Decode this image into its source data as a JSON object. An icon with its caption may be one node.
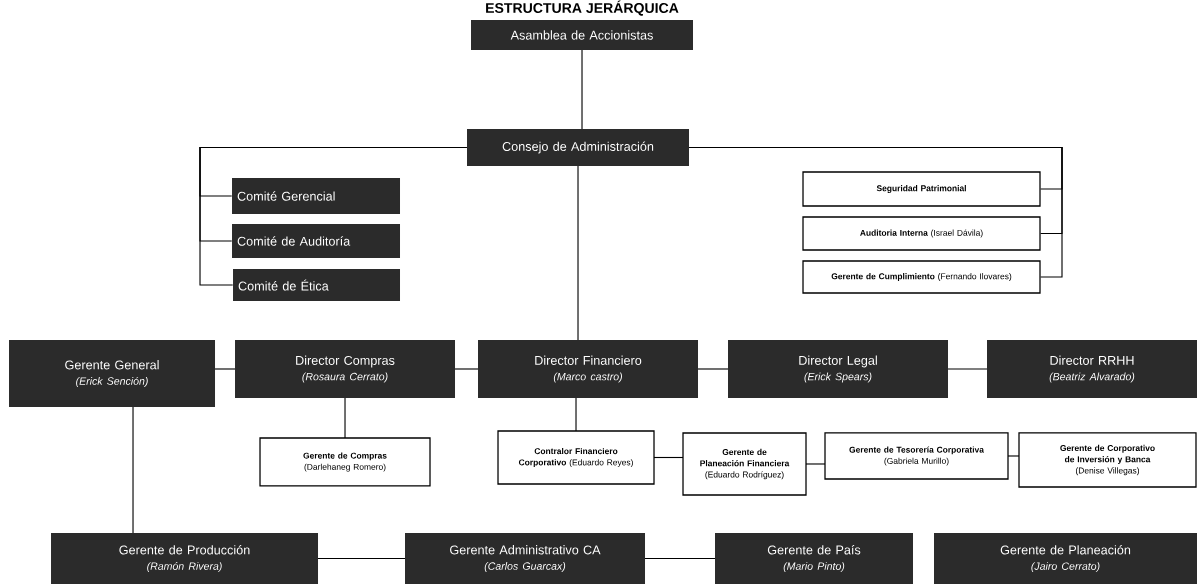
{
  "diagram": {
    "title": "ESTRUCTURA JERÁRQUICA",
    "nodes": [
      {
        "text": [
          "Asamblea de Accionistas"
        ]
      },
      {
        "text": [
          "Consejo de Administración"
        ]
      },
      {
        "text": [
          "Comité Gerencial"
        ]
      },
      {
        "text": [
          "Comité de Auditoría"
        ]
      },
      {
        "text": [
          "Comité de Ética"
        ]
      },
      {
        "text": [
          "Seguridad Patrimonial"
        ]
      },
      {
        "text": [
          "Auditoria Interna",
          "(Israel Dávila)"
        ]
      },
      {
        "text": [
          "Gerente de Cumplimiento",
          "(Fernando Ilovares)"
        ]
      },
      {
        "text": [
          "Gerente General",
          "(Erick Sención)"
        ]
      },
      {
        "text": [
          "Director Compras",
          "(Rosaura Cerrato)"
        ]
      },
      {
        "text": [
          "Director Financiero",
          "(Marco castro)"
        ]
      },
      {
        "text": [
          "Director Legal",
          "(Erick Spears)"
        ]
      },
      {
        "text": [
          "Director RRHH",
          "(Beatriz Alvarado)"
        ]
      },
      {
        "text": [
          "Gerente de Compras",
          "(Darlehaneg Romero)"
        ]
      },
      {
        "text": [
          "Contralor Financiero Corporativo",
          "(Eduardo Reyes)"
        ]
      },
      {
        "text": [
          "Gerente de Planeación Financiera",
          "(Eduardo Rodríguez)"
        ]
      },
      {
        "text": [
          "Gerente de Tesorería Corporativa",
          "(Gabriela Murillo)"
        ]
      },
      {
        "text": [
          "Gerente de Corporativo de Inversión y Banca",
          "(Denise Villegas)"
        ]
      },
      {
        "text": [
          "Gerente de Producción",
          "(Ramón Rivera)"
        ]
      },
      {
        "text": [
          "Gerente Administrativo CA",
          "(Carlos Guarcax)"
        ]
      },
      {
        "text": [
          "Gerente de País",
          "(Mario Pinto)"
        ]
      },
      {
        "text": [
          "Gerente de Planeación",
          "(Jairo Cerrato)"
        ]
      }
    ],
    "edges": [
      {
        "from": 0,
        "to": 1,
        "arrow": "none"
      },
      {
        "from": 1,
        "to": 2,
        "arrow": "none"
      },
      {
        "from": 1,
        "to": 3,
        "arrow": "none"
      },
      {
        "from": 1,
        "to": 4,
        "arrow": "none"
      },
      {
        "from": 1,
        "to": 5,
        "arrow": "none"
      },
      {
        "from": 1,
        "to": 6,
        "arrow": "none"
      },
      {
        "from": 1,
        "to": 7,
        "arrow": "none"
      },
      {
        "from": 1,
        "to": 10,
        "arrow": "none"
      },
      {
        "from": 9,
        "to": 8,
        "arrow": "none"
      },
      {
        "from": 10,
        "to": 9,
        "arrow": "none"
      },
      {
        "from": 10,
        "to": 11,
        "arrow": "none"
      },
      {
        "from": 11,
        "to": 12,
        "arrow": "none"
      },
      {
        "from": 9,
        "to": 13,
        "arrow": "none"
      },
      {
        "from": 10,
        "to": 14,
        "arrow": "none"
      },
      {
        "from": 14,
        "to": 15,
        "arrow": "none"
      },
      {
        "from": 15,
        "to": 16,
        "arrow": "none"
      },
      {
        "from": 16,
        "to": 17,
        "arrow": "none"
      },
      {
        "from": 8,
        "to": 18,
        "arrow": "none"
      },
      {
        "from": 18,
        "to": 19,
        "arrow": "none"
      },
      {
        "from": 19,
        "to": 20,
        "arrow": "none"
      }
    ]
  }
}
